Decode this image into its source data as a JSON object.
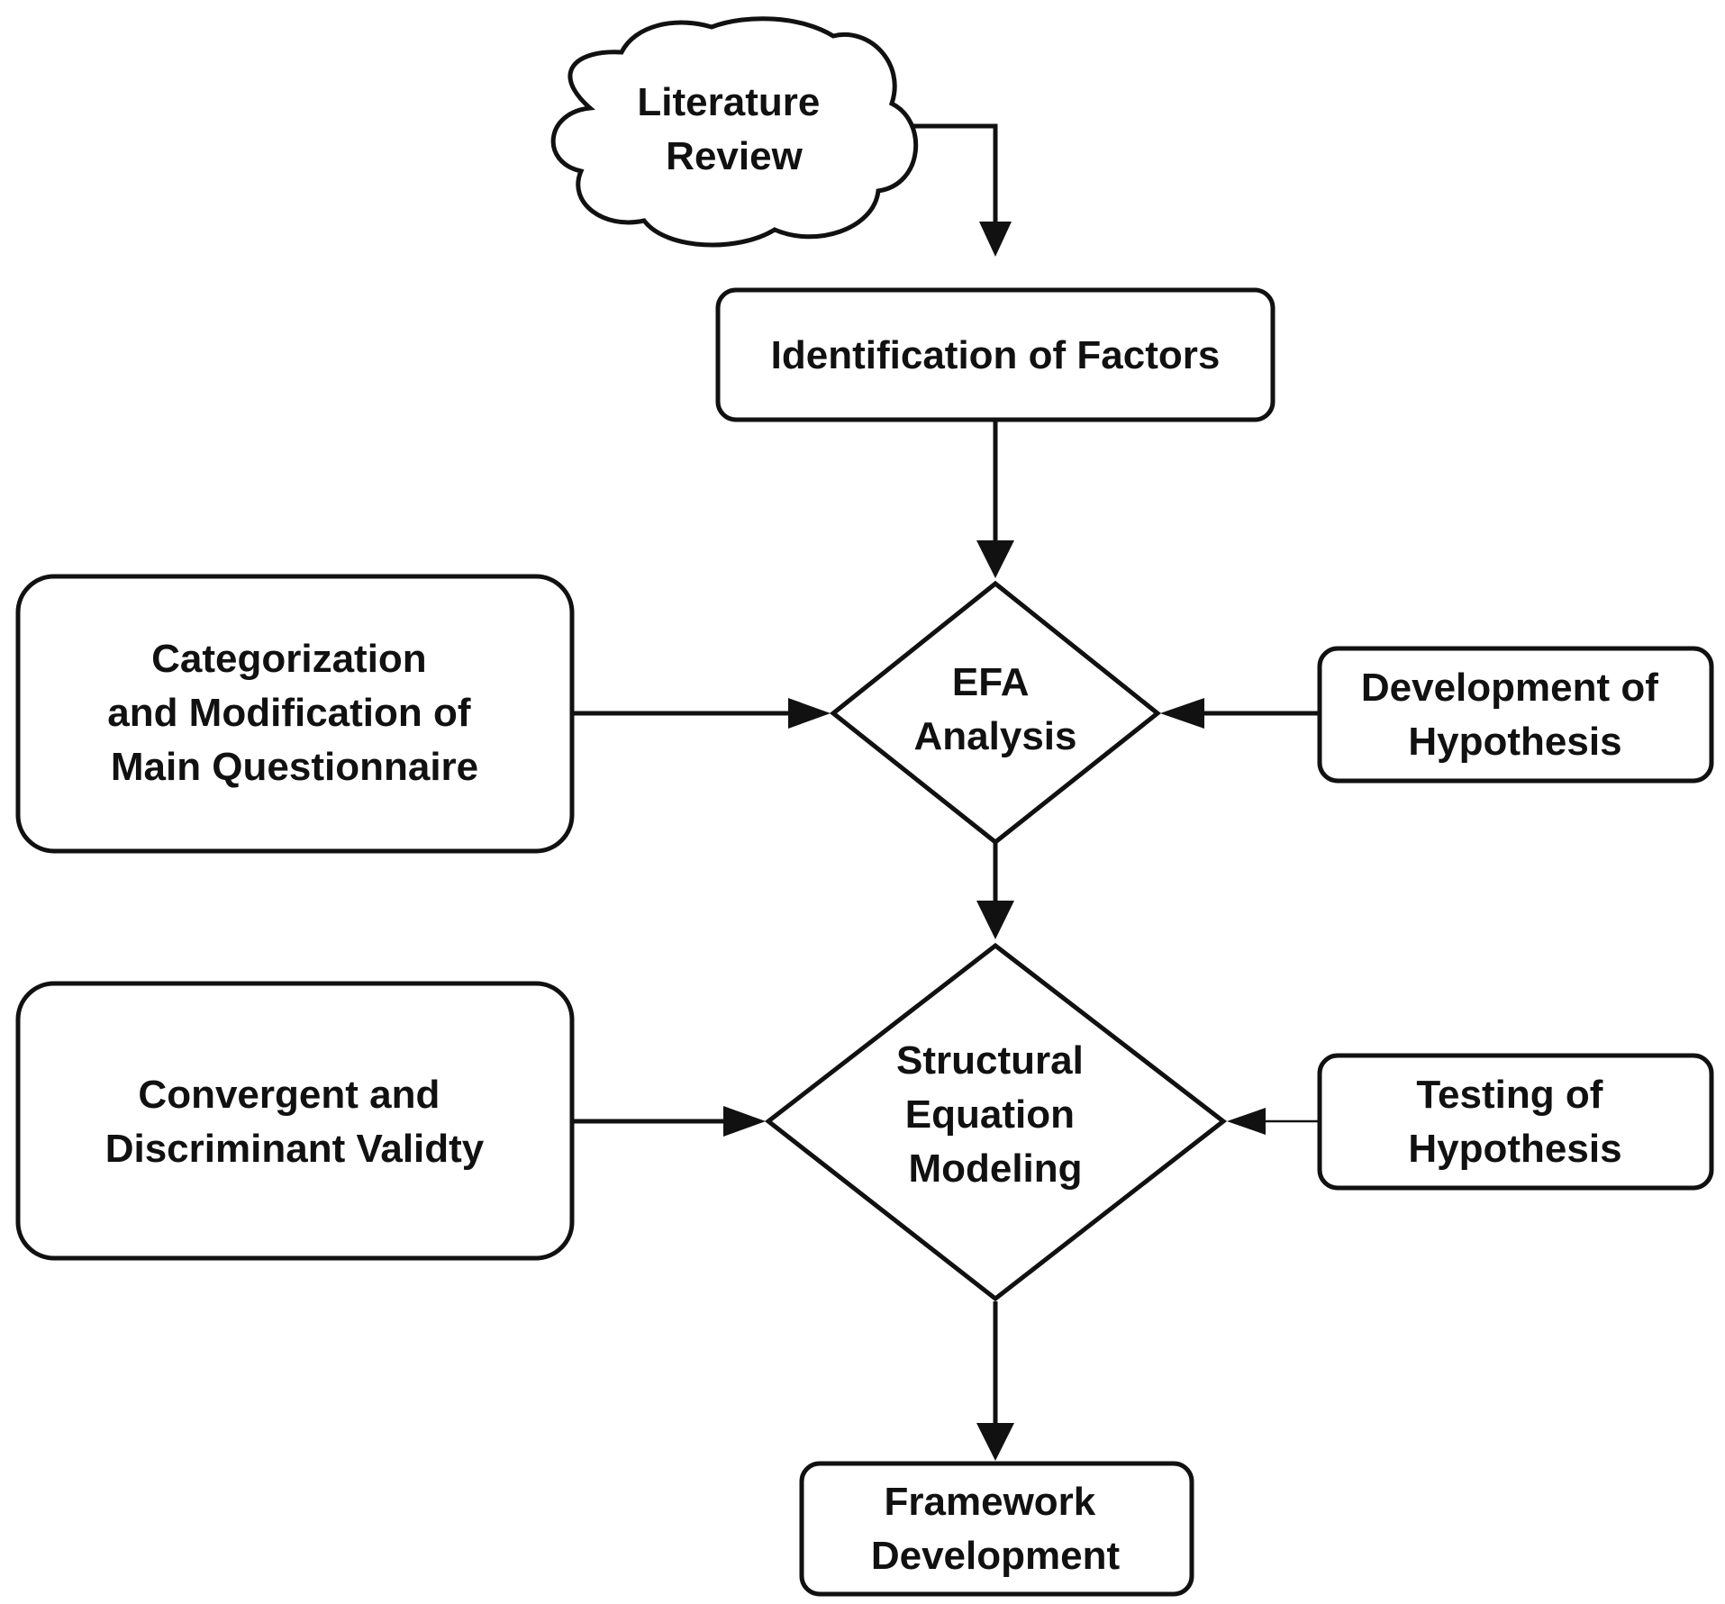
{
  "nodes": {
    "literature_review": {
      "lines": [
        "Literature",
        "Review"
      ]
    },
    "identification_of_factors": {
      "lines": [
        "Identification of Factors"
      ]
    },
    "categorization": {
      "lines": [
        "Categorization",
        "and Modification of",
        "Main Questionnaire"
      ]
    },
    "efa_analysis": {
      "lines": [
        "EFA",
        "Analysis"
      ]
    },
    "development_of_hypothesis": {
      "lines": [
        "Development of",
        "Hypothesis"
      ]
    },
    "convergent_validity": {
      "lines": [
        "Convergent and",
        "Discriminant Validty"
      ]
    },
    "structural_equation_modeling": {
      "lines": [
        "Structural",
        "Equation",
        "Modeling"
      ]
    },
    "testing_of_hypothesis": {
      "lines": [
        "Testing of",
        "Hypothesis"
      ]
    },
    "framework_development": {
      "lines": [
        "Framework",
        "Development"
      ]
    }
  },
  "colors": {
    "stroke": "#111111",
    "fill": "#ffffff",
    "text": "#111111"
  }
}
